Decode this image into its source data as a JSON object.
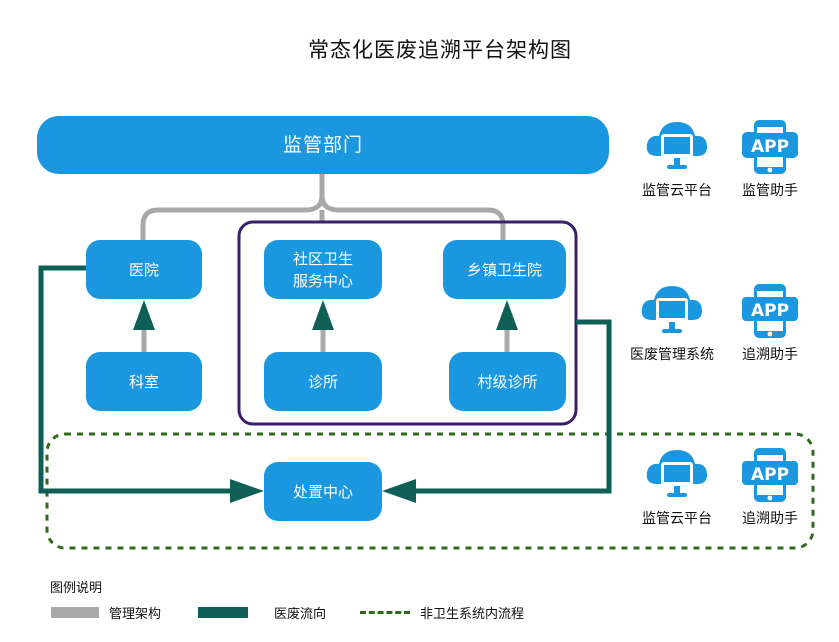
{
  "title": "常态化医废追溯平台架构图",
  "nodes": {
    "regulator": "监管部门",
    "hospital": "医院",
    "community_center": "社区卫生\n服务中心",
    "township": "乡镇卫生院",
    "department": "科室",
    "clinic": "诊所",
    "village_clinic": "村级诊所",
    "disposal_center": "处置中心"
  },
  "sidebar": [
    {
      "icon": "cloud-monitor-icon",
      "label": "监管云平台"
    },
    {
      "icon": "app-phone-icon",
      "label": "监管助手"
    },
    {
      "icon": "cloud-monitor-icon",
      "label": "医废管理系统"
    },
    {
      "icon": "app-phone-icon",
      "label": "追溯助手"
    },
    {
      "icon": "cloud-monitor-icon",
      "label": "监管云平台"
    },
    {
      "icon": "app-phone-icon",
      "label": "追溯助手"
    }
  ],
  "icon_text": "APP",
  "legend": {
    "title": "图例说明",
    "items": [
      {
        "label": "管理架构",
        "style": "solid-gray",
        "color": "#a8a8a8"
      },
      {
        "label": "医废流向",
        "style": "solid-teal",
        "color": "#0f5f56"
      },
      {
        "label": "非卫生系统内流程",
        "style": "dashed-green",
        "color": "#2e6b1c"
      }
    ]
  },
  "colors": {
    "node_blue": "#1b97e0",
    "management_line": "#a8a8a8",
    "waste_flow": "#0f5f56",
    "group_border": "#3b1f6e",
    "dashed_border": "#2e6b1c"
  }
}
